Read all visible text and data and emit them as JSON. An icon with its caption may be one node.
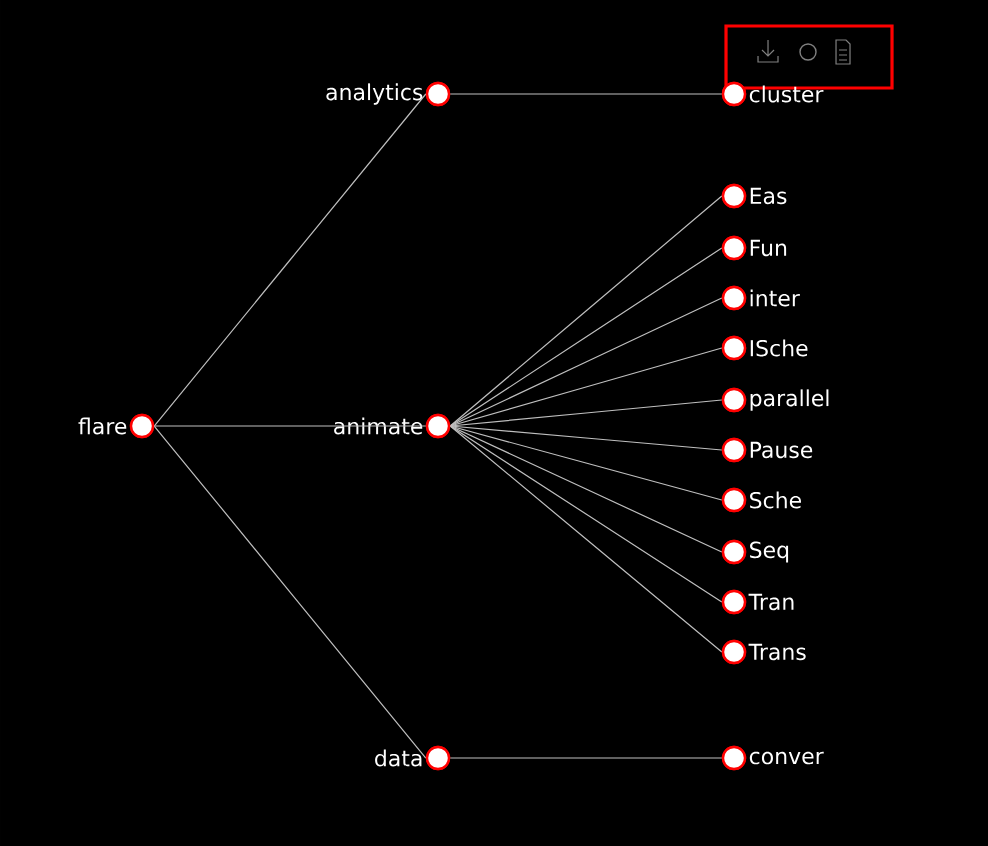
{
  "diagram": {
    "nodes": [
      {
        "text": [
          "flare"
        ]
      },
      {
        "text": [
          "analytics"
        ]
      },
      {
        "text": [
          "cluster"
        ]
      },
      {
        "text": [
          "animate"
        ]
      },
      {
        "text": [
          "Eas"
        ]
      },
      {
        "text": [
          "Fun"
        ]
      },
      {
        "text": [
          "inter"
        ]
      },
      {
        "text": [
          "ISche"
        ]
      },
      {
        "text": [
          "parallel"
        ]
      },
      {
        "text": [
          "Pause"
        ]
      },
      {
        "text": [
          "Sche"
        ]
      },
      {
        "text": [
          "Seq"
        ]
      },
      {
        "text": [
          "Tran"
        ]
      },
      {
        "text": [
          "Trans"
        ]
      },
      {
        "text": [
          "data"
        ]
      },
      {
        "text": [
          "conver"
        ]
      }
    ],
    "edges": [
      {
        "from": 0,
        "to": 1,
        "arrow": "none"
      },
      {
        "from": 1,
        "to": 2,
        "arrow": "none"
      },
      {
        "from": 0,
        "to": 3,
        "arrow": "none"
      },
      {
        "from": 3,
        "to": 4,
        "arrow": "none"
      },
      {
        "from": 3,
        "to": 5,
        "arrow": "none"
      },
      {
        "from": 3,
        "to": 6,
        "arrow": "none"
      },
      {
        "from": 3,
        "to": 7,
        "arrow": "none"
      },
      {
        "from": 3,
        "to": 8,
        "arrow": "none"
      },
      {
        "from": 3,
        "to": 9,
        "arrow": "none"
      },
      {
        "from": 3,
        "to": 10,
        "arrow": "none"
      },
      {
        "from": 3,
        "to": 11,
        "arrow": "none"
      },
      {
        "from": 3,
        "to": 12,
        "arrow": "none"
      },
      {
        "from": 3,
        "to": 13,
        "arrow": "none"
      },
      {
        "from": 0,
        "to": 14,
        "arrow": "none"
      },
      {
        "from": 14,
        "to": 15,
        "arrow": "none"
      }
    ]
  }
}
